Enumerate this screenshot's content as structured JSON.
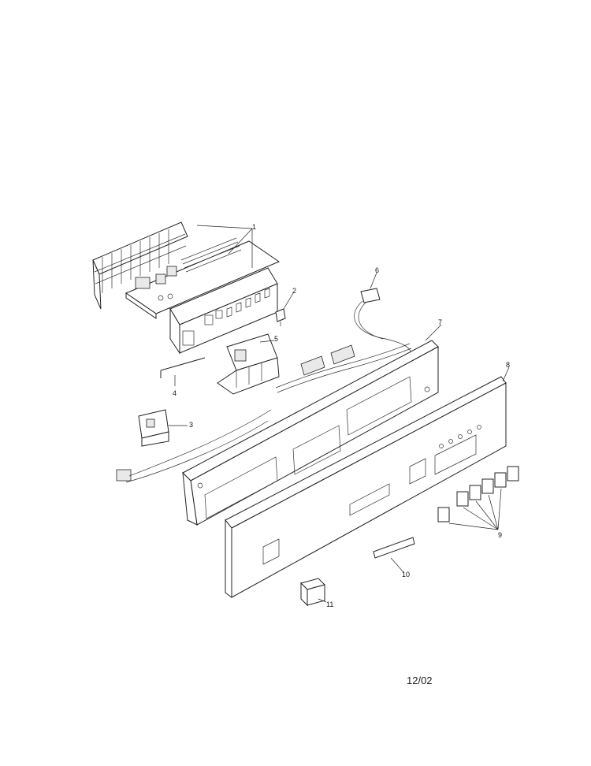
{
  "callouts": [
    "1",
    "2",
    "3",
    "4",
    "5",
    "6",
    "7",
    "8",
    "9",
    "10",
    "11"
  ],
  "date_stamp": "12/02"
}
